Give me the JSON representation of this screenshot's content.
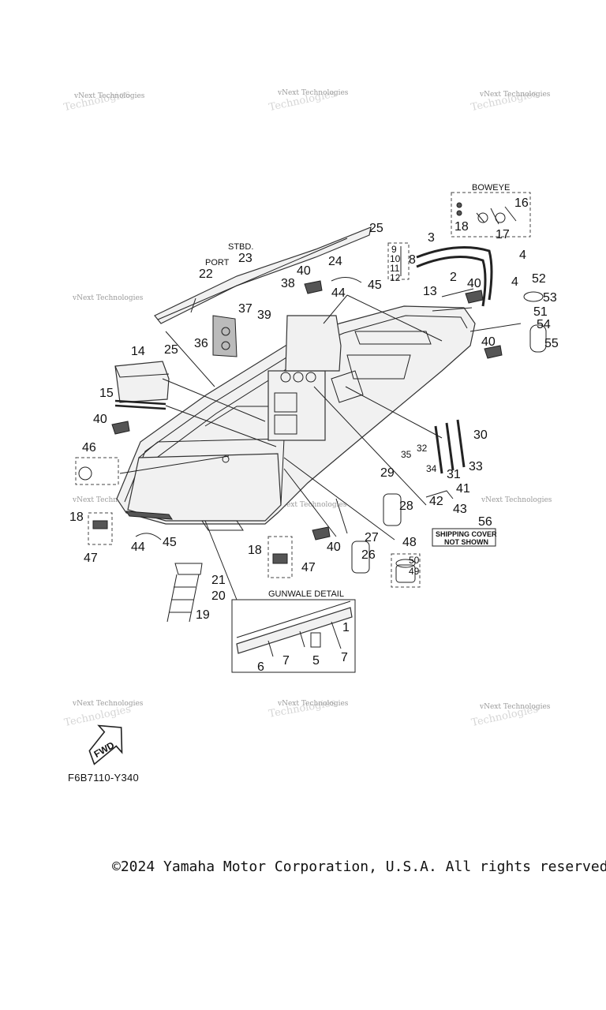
{
  "watermark": {
    "text": "vNext Technologies"
  },
  "labels": {
    "boweye": "BOWEYE",
    "stbd": "STBD.",
    "port": "PORT",
    "gunwale_detail": "GUNWALE DETAIL",
    "shipping_cover_line1": "SHIPPING COVER",
    "shipping_cover_line2": "NOT SHOWN",
    "fwd": "FWD"
  },
  "callouts": {
    "c1": "1",
    "c2": "2",
    "c3": "3",
    "c4a": "4",
    "c4b": "4",
    "c5": "5",
    "c6": "6",
    "c7a": "7",
    "c7b": "7",
    "c8": "8",
    "c9": "9",
    "c10": "10",
    "c11": "11",
    "c12": "12",
    "c13": "13",
    "c14": "14",
    "c15": "15",
    "c16": "16",
    "c17": "17",
    "c18a": "18",
    "c18b": "18",
    "c18c": "18",
    "c19": "19",
    "c20": "20",
    "c21": "21",
    "c22": "22",
    "c23": "23",
    "c24": "24",
    "c25a": "25",
    "c25b": "25",
    "c26": "26",
    "c27": "27",
    "c28": "28",
    "c29": "29",
    "c30": "30",
    "c31": "31",
    "c32": "32",
    "c33": "33",
    "c34": "34",
    "c35": "35",
    "c36": "36",
    "c37": "37",
    "c38": "38",
    "c39": "39",
    "c40a": "40",
    "c40b": "40",
    "c40c": "40",
    "c40d": "40",
    "c40e": "40",
    "c41": "41",
    "c42": "42",
    "c43": "43",
    "c44a": "44",
    "c44b": "44",
    "c45a": "45",
    "c45b": "45",
    "c46": "46",
    "c47a": "47",
    "c47b": "47",
    "c48": "48",
    "c49": "49",
    "c50": "50",
    "c51": "51",
    "c52": "52",
    "c53": "53",
    "c54": "54",
    "c55": "55",
    "c56": "56"
  },
  "figure_code": "F6B7110-Y340",
  "copyright": "©2024 Yamaha Motor Corporation, U.S.A. All rights reserved."
}
